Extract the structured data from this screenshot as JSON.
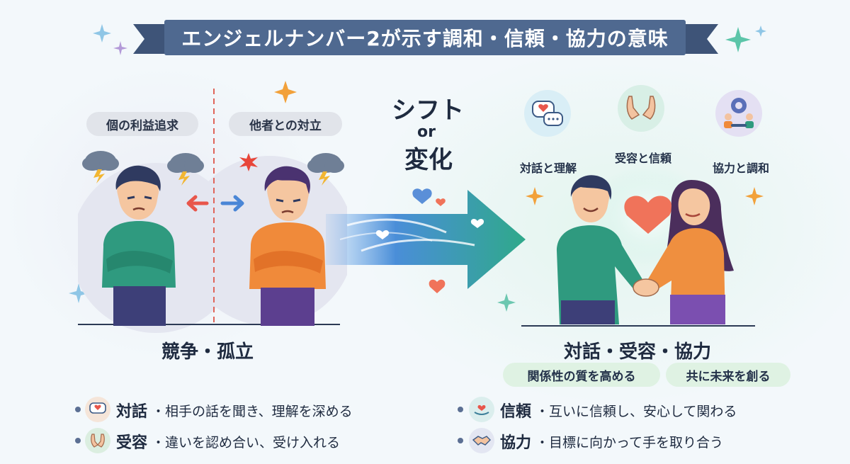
{
  "banner": {
    "title": "エンジェルナンバー2が示す調和・信頼・協力の意味"
  },
  "left": {
    "tag_self": "個の利益追求",
    "tag_conflict": "他者との対立",
    "heading": "競争・孤立"
  },
  "middle": {
    "shift": "シフト",
    "or": "or",
    "change": "変化"
  },
  "right": {
    "icons": [
      {
        "label": "対話と理解",
        "icon": "speech-heart-icon"
      },
      {
        "label": "受容と信頼",
        "icon": "open-hands-icon"
      },
      {
        "label": "協力と調和",
        "icon": "gear-people-icon"
      }
    ],
    "heading": "対話・受容・協力",
    "tags": [
      "関係性の質を高める",
      "共に未来を創る"
    ]
  },
  "features": [
    {
      "term": "対話",
      "desc": "・相手の話を聞き、理解を深める",
      "icon": "speech-heart-icon"
    },
    {
      "term": "信頼",
      "desc": "・互いに信頼し、安心して関わる",
      "icon": "hand-heart-icon"
    },
    {
      "term": "受容",
      "desc": "・違いを認め合い、受け入れる",
      "icon": "open-hands-icon"
    },
    {
      "term": "協力",
      "desc": "・目標に向かって手を取り合う",
      "icon": "handshake-icon"
    }
  ],
  "colors": {
    "banner": "#4f6990",
    "arrow_start": "#5ea0e6",
    "arrow_end": "#2fa98a",
    "heart": "#f0735a",
    "man_shirt_left": "#2f9a7f",
    "man_shirt_right": "#f08a3a",
    "woman_shirt": "#ef8f3f"
  }
}
